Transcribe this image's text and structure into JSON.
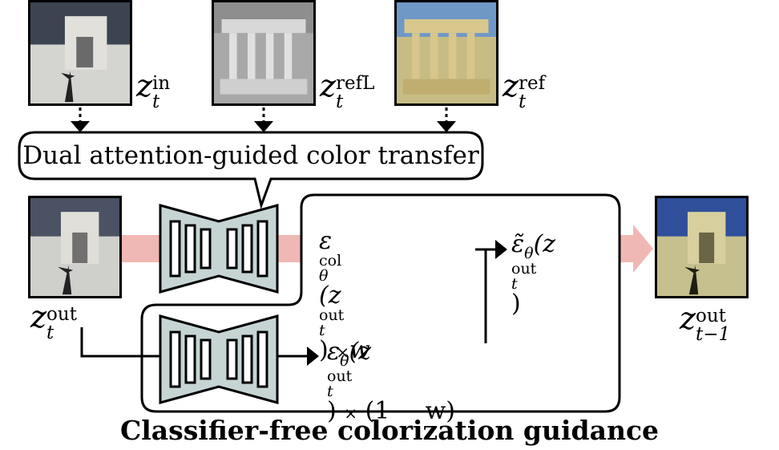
{
  "callout": {
    "text": "Dual attention-guided color transfer"
  },
  "caption": {
    "text": "Classifier-free colorization guidance"
  },
  "labels": {
    "z_in": {
      "base": "z",
      "sub": "t",
      "sup": "in"
    },
    "z_refL": {
      "base": "z",
      "sub": "t",
      "sup": "refL"
    },
    "z_ref": {
      "base": "z",
      "sub": "t",
      "sup": "ref"
    },
    "z_out": {
      "base": "z",
      "sub": "t",
      "sup": "out"
    },
    "z_out_prev": {
      "base": "z",
      "sub": "t−1",
      "sup": "out"
    }
  },
  "equations": {
    "color_term": {
      "eps": "ε",
      "sup": "col",
      "sub": "θ",
      "arg": "(z",
      "arg_sup": "out",
      "arg_sub": "t",
      "close": ")",
      "times": "×",
      "weight": "w"
    },
    "plain_term": {
      "eps": "ε",
      "sub": "θ",
      "arg": "(z",
      "arg_sup": "out",
      "arg_sub": "t",
      "close": ")",
      "times": "×",
      "weight": "(1 − w)"
    },
    "result": {
      "eps": "ε̃",
      "sub": "θ",
      "arg": "(z",
      "arg_sup": "out",
      "arg_sub": "t",
      "close": ")"
    }
  },
  "colors": {
    "unet_fill": "#c6d4d4",
    "flow_arrow": "#f0b8b4",
    "stroke": "#000000"
  }
}
